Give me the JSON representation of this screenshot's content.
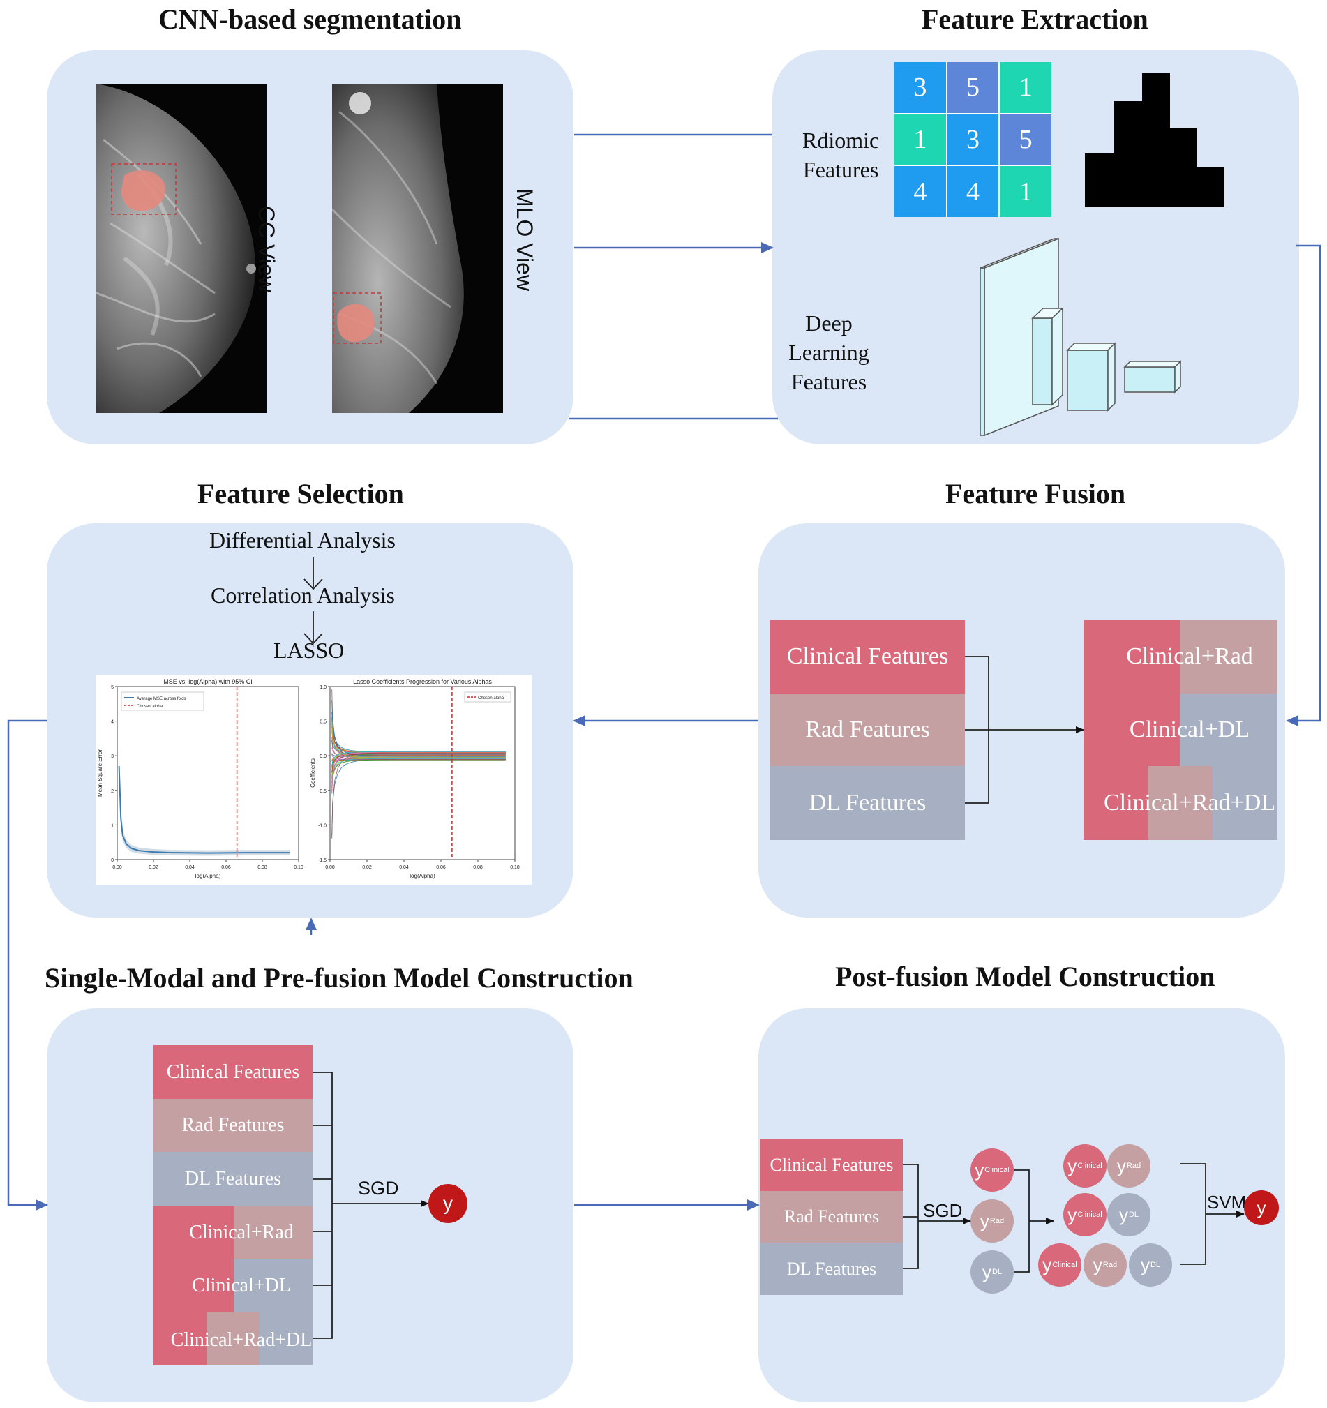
{
  "titles": {
    "segmentation": "CNN-based segmentation",
    "extraction": "Feature Extraction",
    "selection": "Feature Selection",
    "fusion": "Feature Fusion",
    "single_modal": "Single-Modal and Pre-fusion Model Construction",
    "post_fusion": "Post-fusion Model Construction"
  },
  "segmentation": {
    "cc_view": "CC View",
    "mlo_view": "MLO View"
  },
  "extraction": {
    "radiomic_label": [
      "Rdiomic",
      "Features"
    ],
    "grid_values": [
      "3",
      "5",
      "1",
      "1",
      "3",
      "5",
      "4",
      "4",
      "1"
    ],
    "deep_label": [
      "Deep",
      "Learning",
      "Features"
    ]
  },
  "selection": {
    "steps": [
      "Differential Analysis",
      "Correlation Analysis",
      "LASSO"
    ]
  },
  "chart_data": [
    {
      "type": "line",
      "title": "MSE vs. log(Alpha) with 95% CI",
      "xlabel": "log(Alpha)",
      "ylabel": "Mean Square Error",
      "xlim": [
        0.0,
        0.1
      ],
      "ylim": [
        0,
        5
      ],
      "xticks": [
        "0.00",
        "0.02",
        "0.04",
        "0.06",
        "0.08",
        "0.10"
      ],
      "yticks": [
        "0",
        "1",
        "2",
        "3",
        "4",
        "5"
      ],
      "legend": [
        "Average MSE across folds",
        "Chosen alpha"
      ],
      "legend_position": "top-left",
      "chosen_alpha": 0.066,
      "series": [
        {
          "name": "Average MSE across folds",
          "x": [
            0.001,
            0.002,
            0.003,
            0.005,
            0.008,
            0.012,
            0.02,
            0.03,
            0.05,
            0.07,
            0.095
          ],
          "y": [
            2.7,
            1.2,
            0.7,
            0.45,
            0.32,
            0.26,
            0.22,
            0.2,
            0.19,
            0.2,
            0.2
          ]
        }
      ]
    },
    {
      "type": "line",
      "title": "Lasso Coefficients Progression for Various Alphas",
      "xlabel": "log(Alpha)",
      "ylabel": "Coefficients",
      "xlim": [
        0.0,
        0.1
      ],
      "ylim": [
        -1.5,
        1.0
      ],
      "xticks": [
        "0.00",
        "0.02",
        "0.04",
        "0.06",
        "0.08",
        "0.10"
      ],
      "yticks": [
        "1.0",
        "0.5",
        "0.0",
        "-0.5",
        "-1.0",
        "-1.5"
      ],
      "legend": [
        "Chosen alpha"
      ],
      "legend_position": "top-right",
      "chosen_alpha": 0.066
    }
  ],
  "fusion": {
    "inputs": [
      "Clinical Features",
      "Rad Features",
      "DL Features"
    ],
    "outputs": [
      "Clinical+Rad",
      "Clinical+DL",
      "Clinical+Rad+DL"
    ]
  },
  "single_modal": {
    "items": [
      "Clinical Features",
      "Rad Features",
      "DL Features",
      "Clinical+Rad",
      "Clinical+DL",
      "Clinical+Rad+DL"
    ],
    "method": "SGD",
    "output": "y"
  },
  "post_fusion": {
    "inputs": [
      "Clinical Features",
      "Rad Features",
      "DL Features"
    ],
    "method1": "SGD",
    "method2": "SVM",
    "output": "y",
    "y": "y",
    "sub_clinical": "Clinical",
    "sub_rad": "Rad",
    "sub_dl": "DL"
  },
  "colors": {
    "panel": "#dbe7f6",
    "clinical": "#d9687a",
    "rad": "#c5a0a2",
    "dl": "#a7afc2",
    "arrow": "#4a6ab8",
    "output": "#c01818"
  }
}
